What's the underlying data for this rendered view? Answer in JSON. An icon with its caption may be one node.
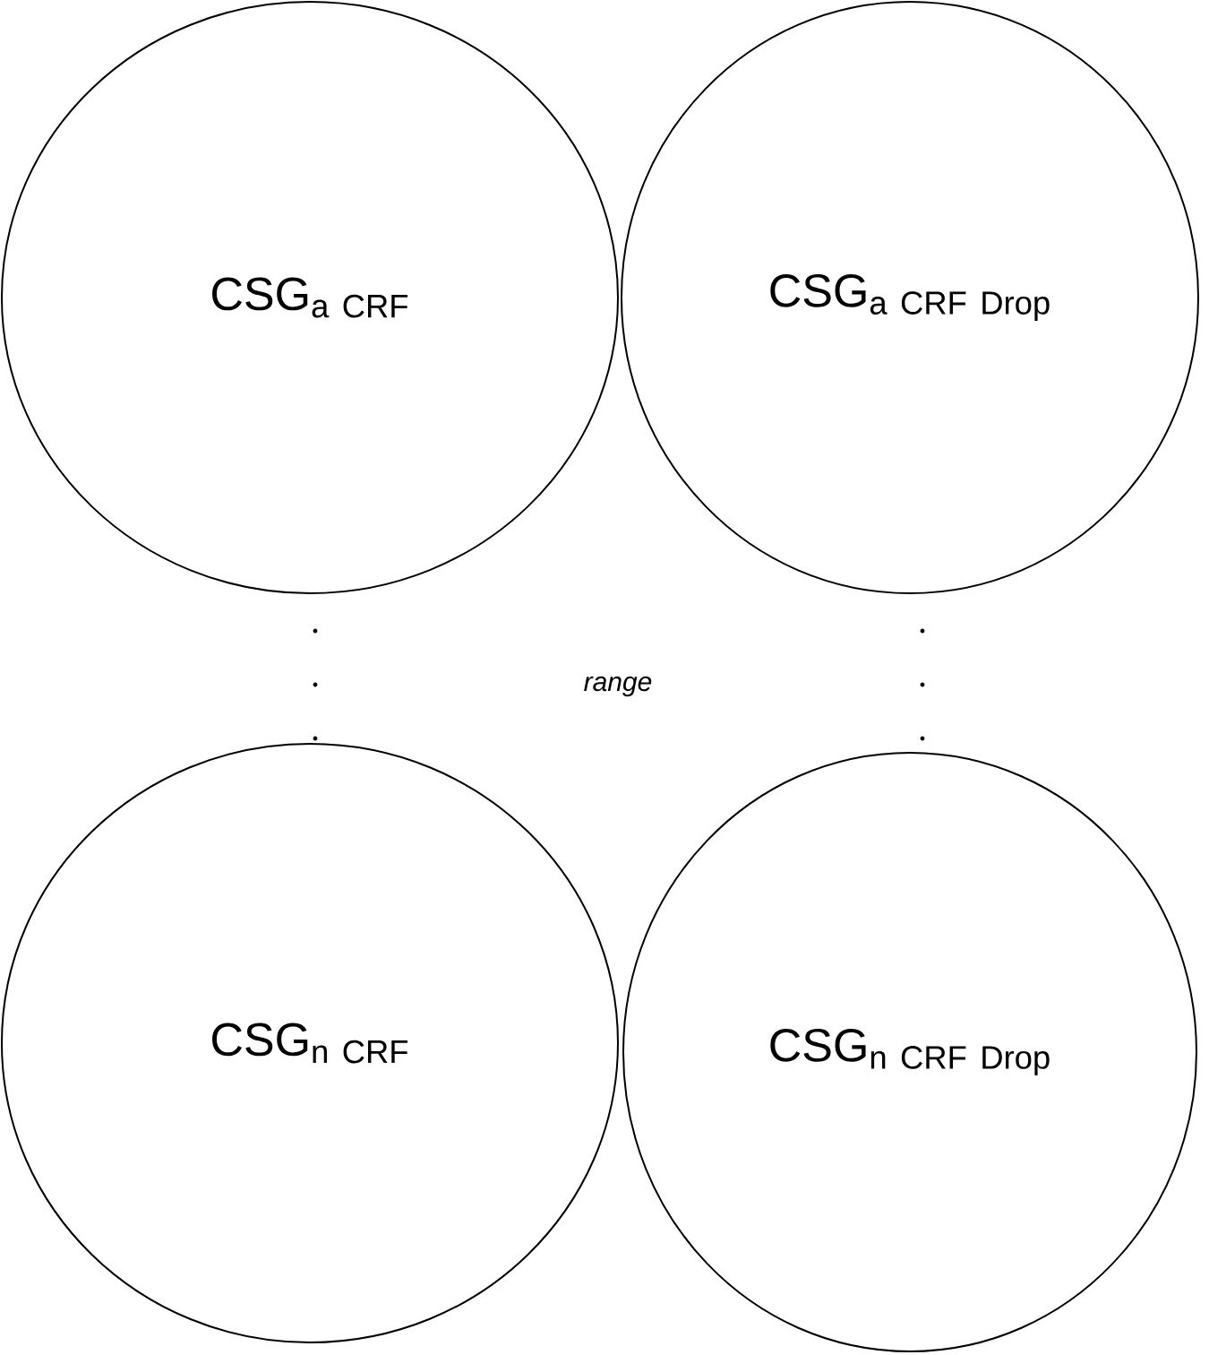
{
  "diagram": {
    "nodes": [
      {
        "text": [
          "\\mathrm{CSG}_{\\mathrm{a\\ CRF}}"
        ]
      },
      {
        "text": [
          "\\mathrm{CSG}_{\\mathrm{a\\ CRF\\ Drop}}"
        ]
      },
      {
        "text": [
          "\\mathrm{CSG}_{\\mathrm{n\\ CRF}}"
        ]
      },
      {
        "text": [
          "\\mathrm{CSG}_{\\mathrm{n\\ CRF\\ Drop}}"
        ]
      }
    ],
    "labels": [
      "range"
    ]
  }
}
